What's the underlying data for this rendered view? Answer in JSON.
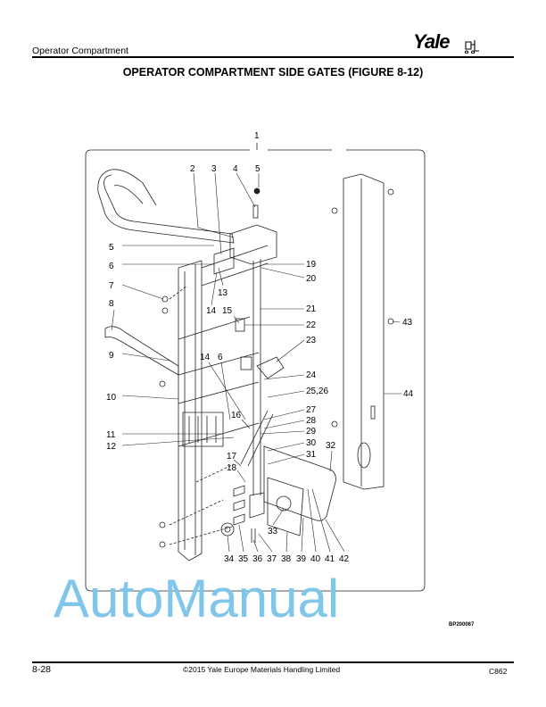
{
  "header": {
    "section": "Operator Compartment",
    "logo": "Yale"
  },
  "title": "OPERATOR COMPARTMENT SIDE GATES (FIGURE 8-12)",
  "figure": {
    "code": "BP200067",
    "watermark": "AutoManual",
    "callouts": [
      "1",
      "2",
      "3",
      "4",
      "5",
      "5",
      "6",
      "7",
      "8",
      "9",
      "10",
      "11",
      "12",
      "13",
      "14",
      "15",
      "14",
      "6",
      "16",
      "17",
      "18",
      "19",
      "20",
      "21",
      "22",
      "23",
      "24",
      "25,26",
      "27",
      "28",
      "29",
      "30",
      "31",
      "32",
      "33",
      "34",
      "35",
      "36",
      "37",
      "38",
      "39",
      "40",
      "41",
      "42",
      "43",
      "44"
    ]
  },
  "footer": {
    "page": "8-28",
    "copyright": "©2015 Yale Europe Materials Handling Limited",
    "doc": "C862"
  }
}
